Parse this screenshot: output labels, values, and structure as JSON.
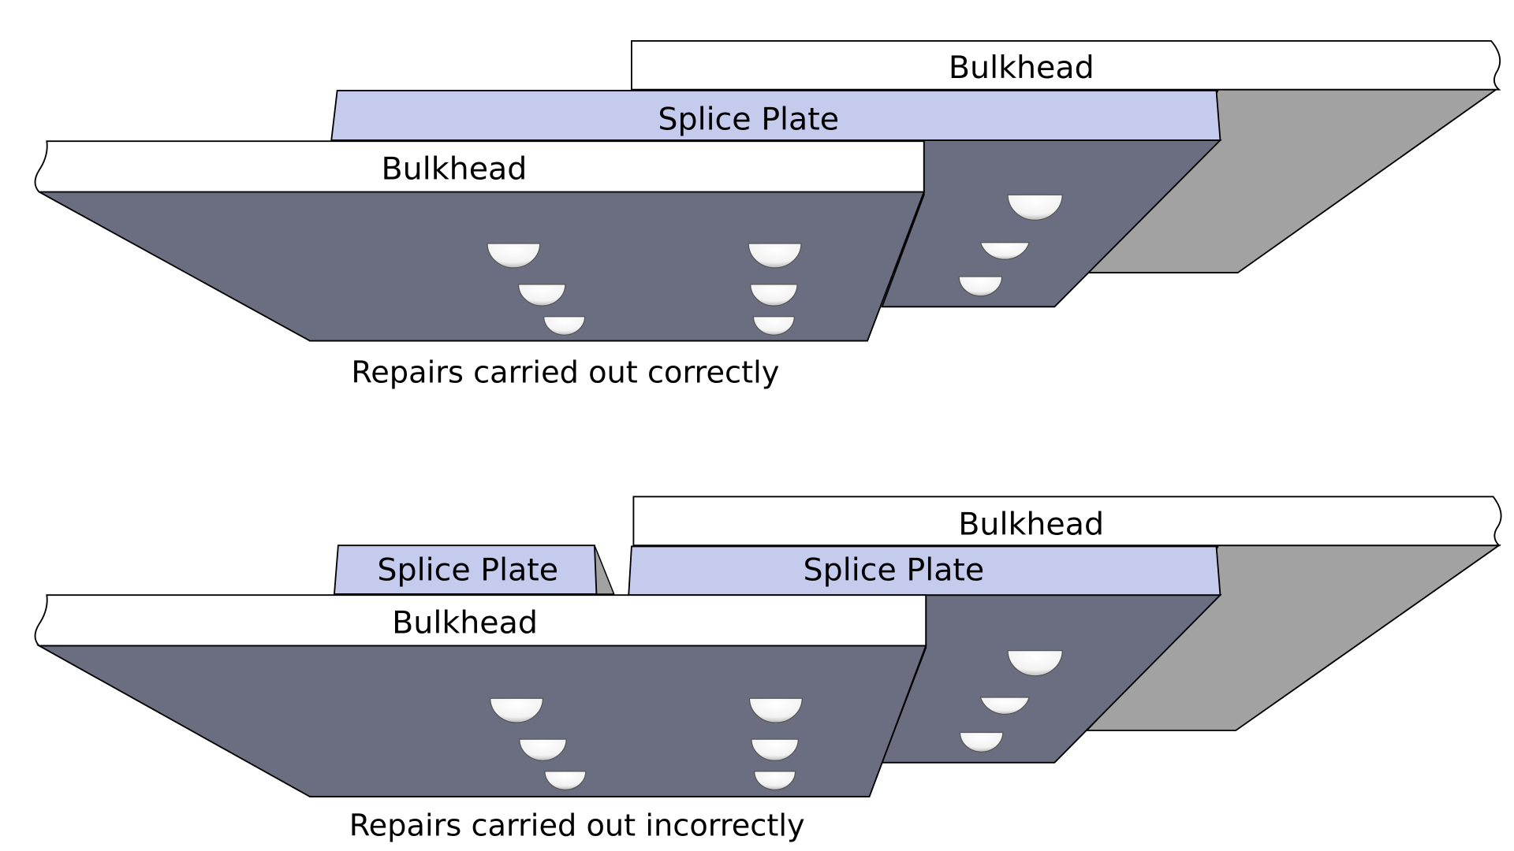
{
  "colors": {
    "bulkhead_top": "#ffffff",
    "splice_plate": "#c5cbed",
    "bulkhead_face": "#6b6e81",
    "shadow_face": "#a2a2a2",
    "outline": "#000000"
  },
  "diagrams": [
    {
      "caption": "Repairs carried out correctly",
      "labels": {
        "back_bulkhead": "Bulkhead",
        "splice_plate": "Splice Plate",
        "front_bulkhead": "Bulkhead"
      }
    },
    {
      "caption": "Repairs carried out incorrectly",
      "labels": {
        "back_bulkhead": "Bulkhead",
        "splice_plate_left": "Splice Plate",
        "splice_plate_right": "Splice Plate",
        "front_bulkhead": "Bulkhead"
      }
    }
  ]
}
